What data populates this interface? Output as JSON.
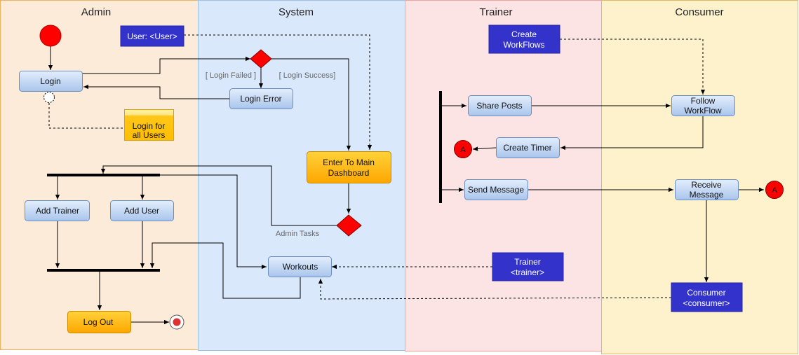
{
  "lanes": {
    "admin": "Admin",
    "system": "System",
    "trainer": "Trainer",
    "consumer": "Consumer"
  },
  "nodes": {
    "login": "Login",
    "login_error": "Login Error",
    "enter_dashboard": [
      "Enter To Main",
      "Dashboard"
    ],
    "add_trainer": "Add Trainer",
    "add_user": "Add User",
    "workouts": "Workouts",
    "log_out": "Log Out",
    "share_posts": "Share Posts",
    "create_timer": "Create Timer",
    "send_message": "Send Message",
    "follow_workflow": [
      "Follow",
      "WorkFlow"
    ],
    "receive_message": [
      "Receive",
      "Message"
    ]
  },
  "notes": {
    "user": "User: <User>",
    "login_for_all": [
      "Login for",
      "all Users"
    ],
    "create_workflows": [
      "Create",
      "WorkFlows"
    ],
    "trainer": [
      "Trainer",
      "<trainer>"
    ],
    "consumer": [
      "Consumer",
      "<consumer>"
    ]
  },
  "guards": {
    "login_failed": "[ Login Failed ]",
    "login_success": "[ Login Success]",
    "admin_tasks": "Admin Tasks"
  },
  "connectors": {
    "timer_end": "A",
    "message_end": "A"
  },
  "colors": {
    "admin_lane": "#fdebd9",
    "system_lane": "#dae8fc",
    "trainer_lane": "#fde4e4",
    "consumer_lane": "#fef2cc",
    "action_fill": "#c9dcf5",
    "action_stroke": "#6c8ebf",
    "orange_fill": "#ffc21a",
    "decision": "#ff0000",
    "note_blue": "#3333cc",
    "sticky": "#ffd24d"
  }
}
